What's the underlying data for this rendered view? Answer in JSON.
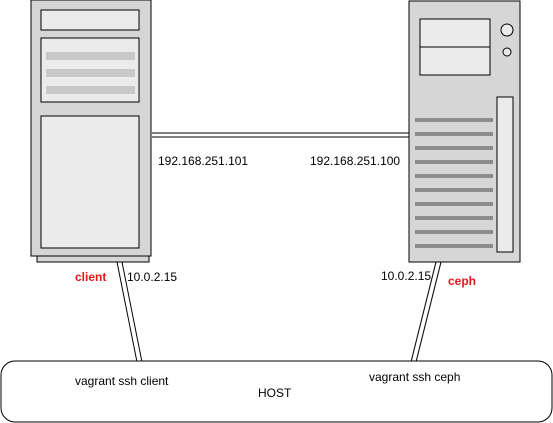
{
  "colors": {
    "server_fill": "#d6d6d6",
    "panel_fill": "#ebebeb",
    "stroke": "#000000",
    "slot_fill": "#c8c8c8",
    "vent": "#8c8c8c",
    "node_label": "#e0191c"
  },
  "nodes": {
    "client": {
      "name": "client",
      "nat_ip": "10.0.2.15",
      "private_ip": "192.168.251.101"
    },
    "ceph": {
      "name": "ceph",
      "nat_ip": "10.0.2.15",
      "private_ip": "192.168.251.100"
    }
  },
  "host": {
    "label": "HOST",
    "client_command": "vagrant ssh client",
    "ceph_command": "vagrant ssh ceph"
  }
}
